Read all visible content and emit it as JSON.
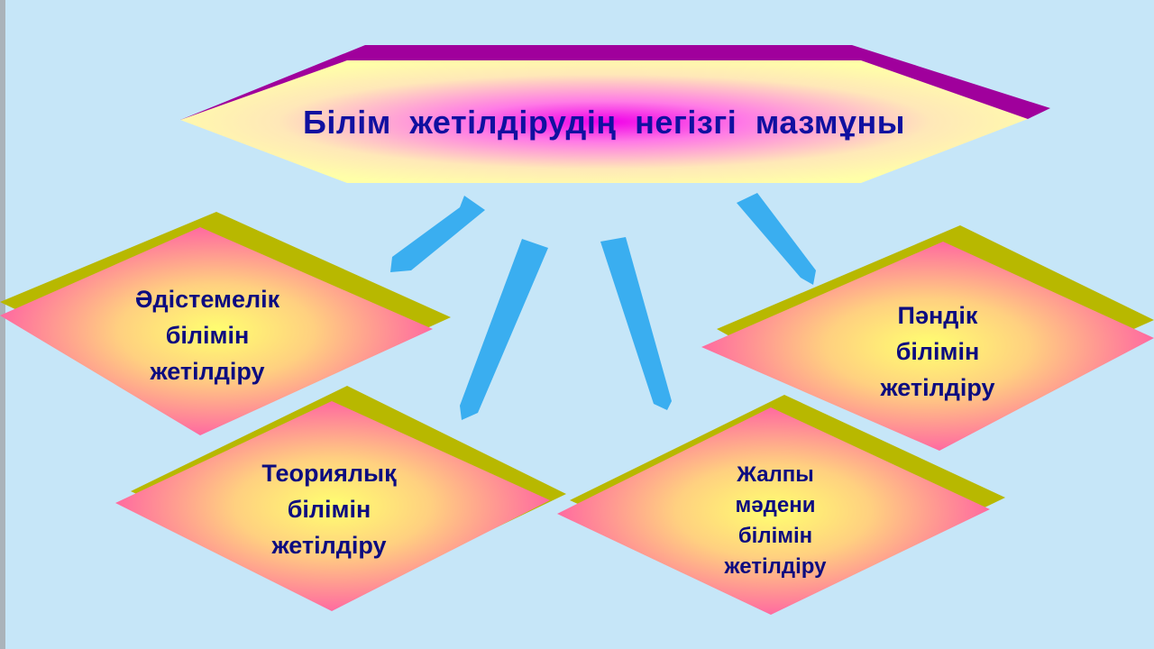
{
  "diagram": {
    "title": "Білім  жетілдірудің  негізгі мазмұны",
    "nodes": {
      "methodological": "Әдістемелік\nбілімін\nжетілдіру",
      "subject": "Пәндік\nбілімін\nжетілдіру",
      "theoretical": "Теориялық\nбілімін\nжетілдіру",
      "general_cultural": "Жалпы\nмәдени\nбілімін\nжетілдіру"
    },
    "colors": {
      "background": "#c6e6f8",
      "title_shadow": "#a0009c",
      "title_fill_edge": "#ffffa8",
      "title_fill_center": "#f000e8",
      "node_shadow": "#b8b800",
      "node_fill_edge": "#ff6aa0",
      "node_fill_center": "#ffff70",
      "arrow": "#3aaef0",
      "text": "#0c0c80"
    }
  }
}
